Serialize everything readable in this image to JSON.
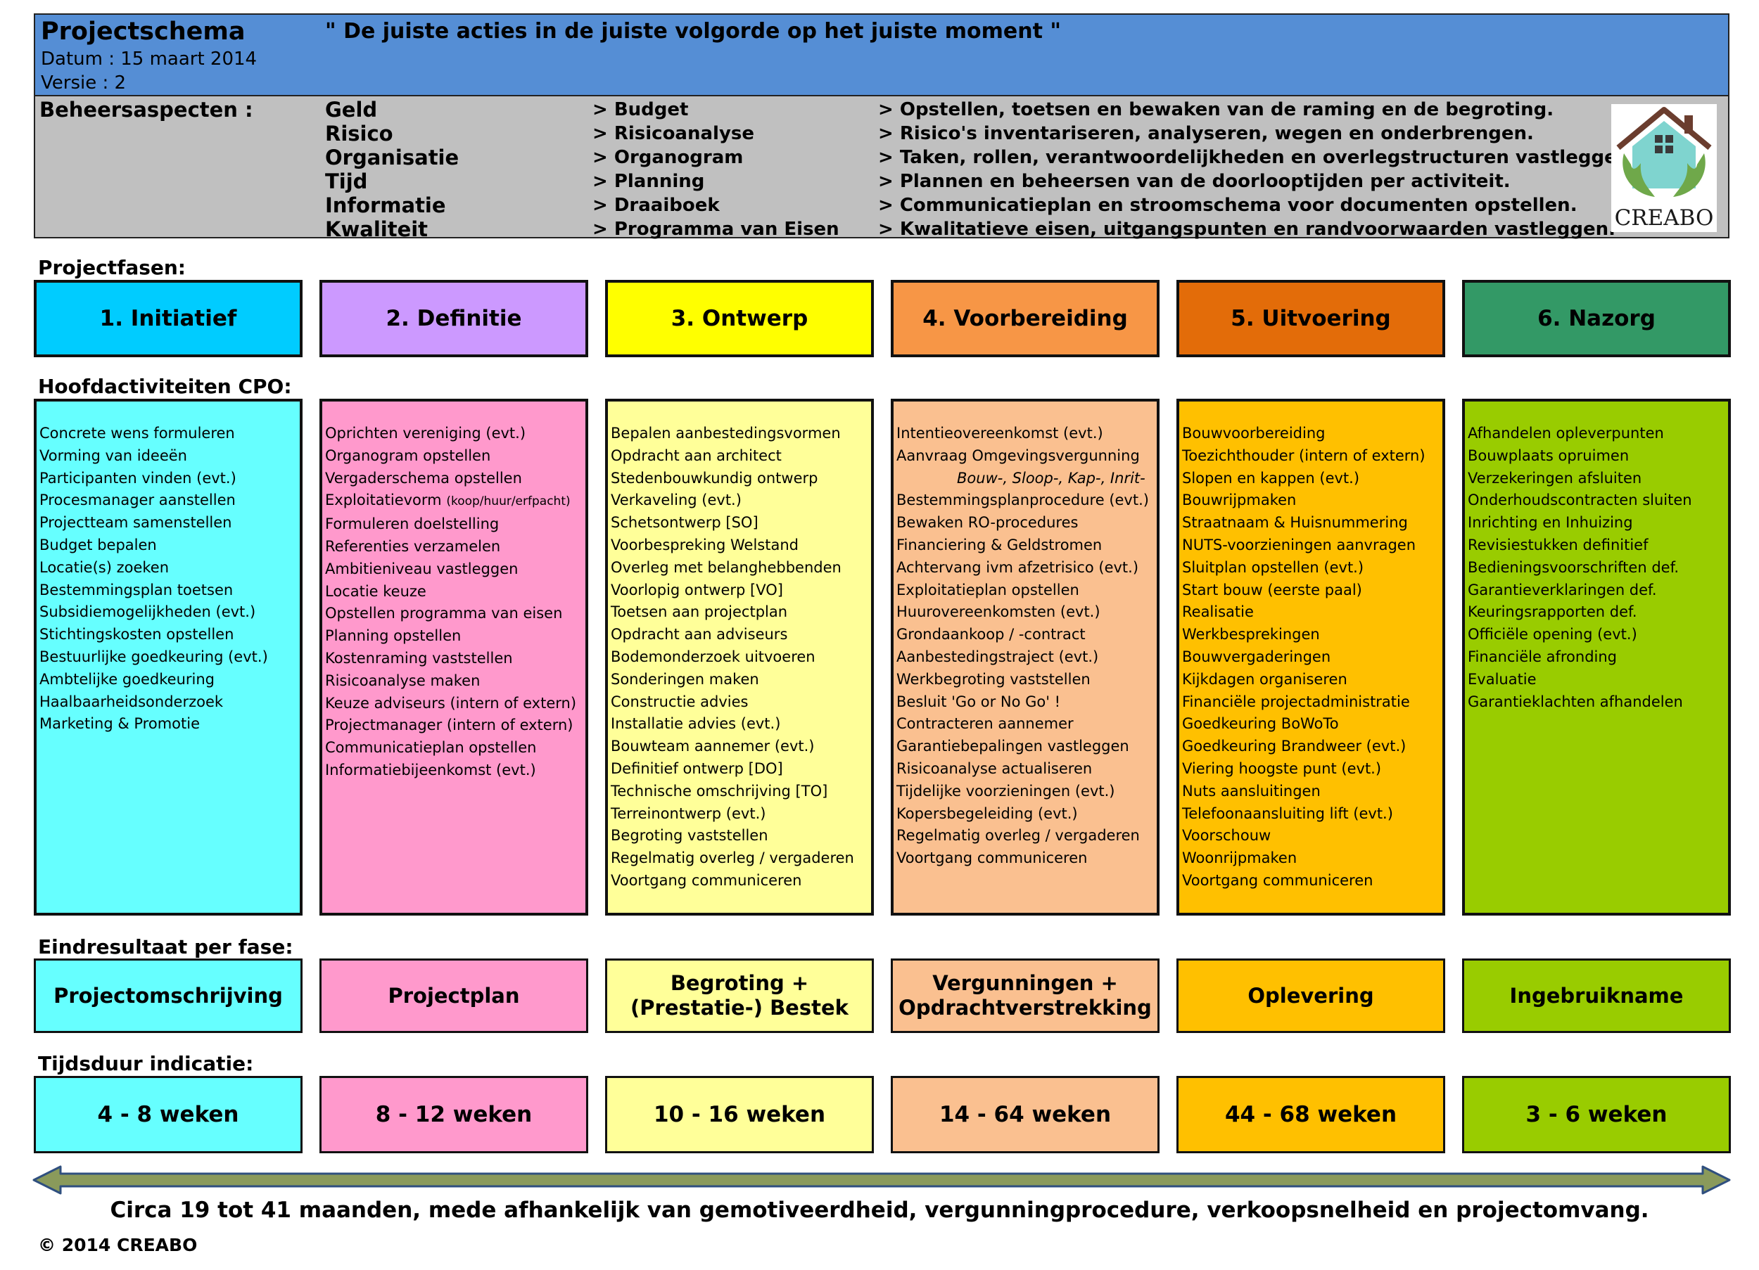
{
  "header": {
    "title": "Projectschema",
    "date": "Datum : 15 maart 2014",
    "version": "Versie : 2",
    "motto": "\" De juiste acties in de juiste volgorde op het juiste moment \""
  },
  "aspects": {
    "label": "Beheersaspecten :",
    "rows": [
      {
        "name": "Geld",
        "tool": "> Budget",
        "desc": "> Opstellen, toetsen en bewaken van de raming en de begroting."
      },
      {
        "name": "Risico",
        "tool": "> Risicoanalyse",
        "desc": "> Risico's inventariseren, analyseren, wegen en onderbrengen."
      },
      {
        "name": "Organisatie",
        "tool": "> Organogram",
        "desc": "> Taken, rollen, verantwoordelijkheden en overlegstructuren vastleggen."
      },
      {
        "name": "Tijd",
        "tool": "> Planning",
        "desc": "> Plannen en beheersen van de doorlooptijden per activiteit."
      },
      {
        "name": "Informatie",
        "tool": "> Draaiboek",
        "desc": "> Communicatieplan en stroomschema voor documenten opstellen."
      },
      {
        "name": "Kwaliteit",
        "tool": "> Programma van Eisen",
        "desc": "> Kwalitatieve eisen, uitgangspunten en randvoorwaarden vastleggen."
      }
    ]
  },
  "logo": {
    "text": "CREABO"
  },
  "sections": {
    "phases": "Projectfasen:",
    "activities": "Hoofdactiviteiten CPO:",
    "results": "Eindresultaat per fase:",
    "duration": "Tijdsduur indicatie:"
  },
  "colors": {
    "header": "#558ed5",
    "aspects": "#c0c0c0",
    "phase": [
      "#00ccff",
      "#cc99ff",
      "#ffff00",
      "#f79646",
      "#e36c09",
      "#339966"
    ],
    "light": [
      "#66ffff",
      "#ff99cc",
      "#ffff99",
      "#fac090",
      "#ffc000",
      "#99cc00"
    ]
  },
  "phases": [
    {
      "title": "1. Initiatief",
      "activities": [
        "Concrete wens formuleren",
        "Vorming van ideeën",
        "Participanten vinden (evt.)",
        "Procesmanager aanstellen",
        "Projectteam samenstellen",
        "Budget bepalen",
        "Locatie(s) zoeken",
        "Bestemmingsplan toetsen",
        "Subsidiemogelijkheden (evt.)",
        "Stichtingskosten opstellen",
        "Bestuurlijke goedkeuring (evt.)",
        "Ambtelijke goedkeuring",
        "Haalbaarheidsonderzoek",
        "Marketing & Promotie"
      ],
      "result": [
        "Projectomschrijving"
      ],
      "duration": "4 - 8 weken"
    },
    {
      "title": "2. Definitie",
      "activities": [
        "Oprichten vereniging (evt.)",
        "Organogram opstellen",
        "Vergaderschema opstellen",
        "Exploitatievorm",
        "Formuleren doelstelling",
        "Referenties verzamelen",
        "Ambitieniveau vastleggen",
        "Locatie keuze",
        "Opstellen programma van eisen",
        "Planning opstellen",
        "Kostenraming vaststellen",
        "Risicoanalyse maken",
        "Keuze adviseurs (intern of extern)",
        "Projectmanager (intern of extern)",
        "Communicatieplan opstellen",
        "Informatiebijeenkomst (evt.)"
      ],
      "activity_note": "(koop/huur/erfpacht)",
      "result": [
        "Projectplan"
      ],
      "duration": "8 - 12 weken"
    },
    {
      "title": "3. Ontwerp",
      "activities": [
        "Bepalen aanbestedingsvormen",
        "Opdracht aan architect",
        "Stedenbouwkundig ontwerp",
        "Verkaveling (evt.)",
        "Schetsontwerp [SO]",
        "Voorbespreking Welstand",
        "Overleg met belanghebbenden",
        "Voorlopig ontwerp [VO]",
        "Toetsen aan projectplan",
        "Opdracht aan adviseurs",
        "Bodemonderzoek uitvoeren",
        "Sonderingen maken",
        "Constructie advies",
        "Installatie advies (evt.)",
        "Bouwteam aannemer (evt.)",
        "Definitief ontwerp [DO]",
        "Technische omschrijving [TO]",
        "Terreinontwerp (evt.)",
        "Begroting vaststellen",
        "Regelmatig overleg / vergaderen",
        "Voortgang communiceren"
      ],
      "result": [
        "Begroting +",
        "(Prestatie-) Bestek"
      ],
      "duration": "10 - 16 weken"
    },
    {
      "title": "4. Voorbereiding",
      "activities": [
        "Intentieovereenkomst (evt.)",
        "Aanvraag Omgevingsvergunning",
        "Bouw-, Sloop-, Kap-, Inrit-",
        "Bestemmingsplanprocedure (evt.)",
        "Bewaken RO-procedures",
        "Financiering & Geldstromen",
        "Achtervang ivm afzetrisico (evt.)",
        "Exploitatieplan opstellen",
        "Huurovereenkomsten (evt.)",
        "Grondaankoop / -contract",
        "Aanbestedingstraject (evt.)",
        "Werkbegroting vaststellen",
        "Besluit 'Go or No Go' !",
        "Contracteren aannemer",
        "Garantiebepalingen vastleggen",
        "Risicoanalyse actualiseren",
        "Tijdelijke voorzieningen (evt.)",
        "Kopersbegeleiding (evt.)",
        "Regelmatig overleg / vergaderen",
        "Voortgang communiceren"
      ],
      "result": [
        "Vergunningen +",
        "Opdrachtverstrekking"
      ],
      "duration": "14 - 64 weken"
    },
    {
      "title": "5. Uitvoering",
      "activities": [
        "Bouwvoorbereiding",
        "Toezichthouder (intern of extern)",
        "Slopen en kappen (evt.)",
        "Bouwrijpmaken",
        "Straatnaam & Huisnummering",
        "NUTS-voorzieningen aanvragen",
        "Sluitplan opstellen (evt.)",
        "Start bouw (eerste paal)",
        "Realisatie",
        "Werkbesprekingen",
        "Bouwvergaderingen",
        "Kijkdagen organiseren",
        "Financiële projectadministratie",
        "Goedkeuring BoWoTo",
        "Goedkeuring Brandweer (evt.)",
        "Viering hoogste punt (evt.)",
        "Nuts aansluitingen",
        "Telefoonaansluiting lift (evt.)",
        "Voorschouw",
        "Woonrijpmaken",
        "Voortgang communiceren"
      ],
      "result": [
        "Oplevering"
      ],
      "duration": "44 - 68 weken"
    },
    {
      "title": "6. Nazorg",
      "activities": [
        "Afhandelen opleverpunten",
        "Bouwplaats opruimen",
        "Verzekeringen afsluiten",
        "Onderhoudscontracten sluiten",
        "Inrichting en Inhuizing",
        "Revisiestukken definitief",
        "Bedieningsvoorschriften def.",
        "Garantieverklaringen def.",
        "Keuringsrapporten def.",
        "Officiële opening (evt.)",
        "Financiële afronding",
        "Evaluatie",
        "Garantieklachten afhandelen"
      ],
      "result": [
        "Ingebruikname"
      ],
      "duration": "3 - 6 weken"
    }
  ],
  "summary": "Circa 19 tot 41 maanden, mede afhankelijk van gemotiveerdheid, vergunningprocedure, verkoopsnelheid en projectomvang.",
  "copyright": "© 2014 CREABO"
}
